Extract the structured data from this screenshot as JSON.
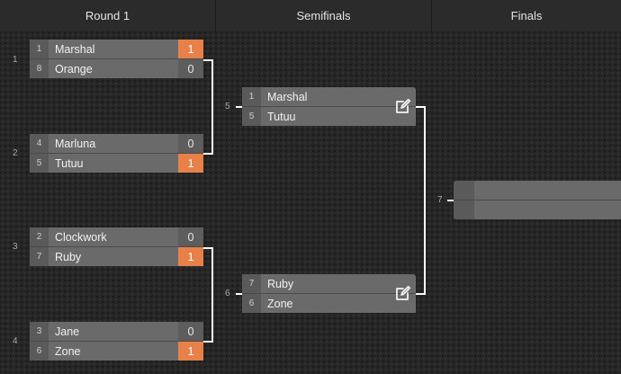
{
  "rounds": [
    "Round 1",
    "Semifinals",
    "Finals"
  ],
  "round1": [
    {
      "number": "1",
      "top": {
        "seed": "1",
        "name": "Marshal",
        "score": "1",
        "win": true
      },
      "bottom": {
        "seed": "8",
        "name": "Orange",
        "score": "0",
        "win": false
      }
    },
    {
      "number": "2",
      "top": {
        "seed": "4",
        "name": "Marluna",
        "score": "0",
        "win": false
      },
      "bottom": {
        "seed": "5",
        "name": "Tutuu",
        "score": "1",
        "win": true
      }
    },
    {
      "number": "3",
      "top": {
        "seed": "2",
        "name": "Clockwork",
        "score": "0",
        "win": false
      },
      "bottom": {
        "seed": "7",
        "name": "Ruby",
        "score": "1",
        "win": true
      }
    },
    {
      "number": "4",
      "top": {
        "seed": "3",
        "name": "Jane",
        "score": "0",
        "win": false
      },
      "bottom": {
        "seed": "6",
        "name": "Zone",
        "score": "1",
        "win": true
      }
    }
  ],
  "semifinals": [
    {
      "number": "5",
      "top": {
        "seed": "1",
        "name": "Marshal"
      },
      "bottom": {
        "seed": "5",
        "name": "Tutuu"
      }
    },
    {
      "number": "6",
      "top": {
        "seed": "7",
        "name": "Ruby"
      },
      "bottom": {
        "seed": "6",
        "name": "Zone"
      }
    }
  ],
  "finals": {
    "number": "7"
  },
  "colors": {
    "win": "#e8804a",
    "slot": "#6a6a6a",
    "line": "#ffffff"
  },
  "icons": {
    "edit": "edit-icon"
  }
}
